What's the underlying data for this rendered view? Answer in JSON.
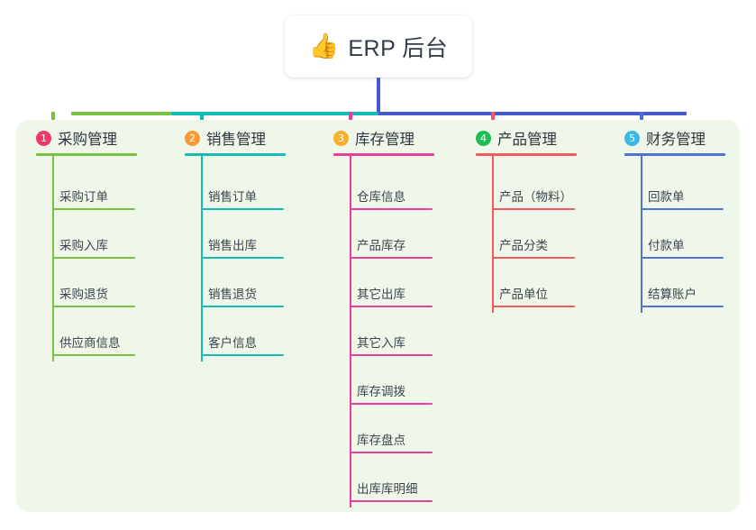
{
  "title": {
    "emoji": "👍",
    "emoji_name": "thumbs-up-icon",
    "text": "ERP 后台"
  },
  "theme": {
    "panel_background": "#eef7e9",
    "page_background": "#ffffff",
    "card_background": "#ffffff",
    "title_text_color": "#333c4a",
    "item_text_color": "#3d4450",
    "trunk_color": "#4759cf"
  },
  "connector": {
    "segments": [
      {
        "name": "segment-green",
        "color": "#7ac143"
      },
      {
        "name": "segment-teal",
        "color": "#14bdb4"
      },
      {
        "name": "segment-blue",
        "color": "#4759cf"
      }
    ]
  },
  "columns": [
    {
      "number": "1",
      "title": "采购管理",
      "badge_color": "#f2386a",
      "line_color": "#7ac143",
      "drop_color": "#7ac143",
      "items": [
        "采购订单",
        "采购入库",
        "采购退货",
        "供应商信息"
      ]
    },
    {
      "number": "2",
      "title": "销售管理",
      "badge_color": "#f79a34",
      "line_color": "#14bdb4",
      "drop_color": "#14bdb4",
      "items": [
        "销售订单",
        "销售出库",
        "销售退货",
        "客户信息"
      ]
    },
    {
      "number": "3",
      "title": "库存管理",
      "badge_color": "#f5b battery",
      "items_note": "",
      "badge_color_fixed": "#f6b02c",
      "line_color": "#e8409a",
      "drop_color": "#e8409a",
      "items": [
        "仓库信息",
        "产品库存",
        "其它出库",
        "其它入库",
        "库存调拨",
        "库存盘点",
        "出库库明细"
      ]
    },
    {
      "number": "4",
      "title": "产品管理",
      "badge_color": "#22bb55",
      "line_color": "#f4595b",
      "drop_color": "#f4595b",
      "items": [
        "产品（物料）",
        "产品分类",
        "产品单位"
      ]
    },
    {
      "number": "5",
      "title": "财务管理",
      "badge_color": "#3ab7e8",
      "line_color": "#4f74cf",
      "drop_color": "#4f74cf",
      "items": [
        "回款单",
        "付款单",
        "结算账户"
      ]
    }
  ]
}
